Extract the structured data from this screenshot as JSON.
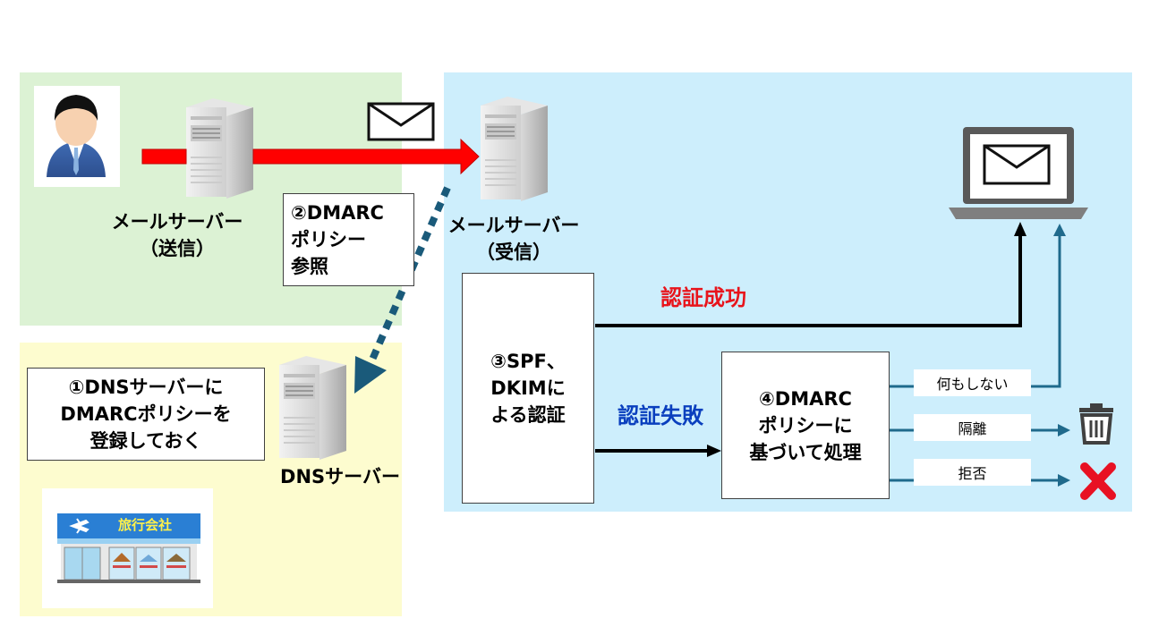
{
  "sender": {
    "server_label_1": "メールサーバー",
    "server_label_2": "（送信）"
  },
  "receiver": {
    "server_label_1": "メールサーバー",
    "server_label_2": "（受信）"
  },
  "dns": {
    "server_label": "DNSサーバー",
    "step1_line1": "①DNSサーバーに",
    "step1_line2": "DMARCポリシーを",
    "step1_line3": "登録しておく"
  },
  "step2": {
    "line1": "②DMARC",
    "line2": "ポリシー",
    "line3": "参照"
  },
  "step3": {
    "line1": "③SPF、",
    "line2": "DKIMに",
    "line3": "よる認証"
  },
  "step4": {
    "line1": "④DMARC",
    "line2": "ポリシーに",
    "line3": "基づいて処理"
  },
  "results": {
    "success": "認証成功",
    "failure": "認証失敗"
  },
  "actions": {
    "none": "何もしない",
    "quarantine": "隔離",
    "reject": "拒否"
  },
  "shop": {
    "sign": "旅行会社"
  },
  "colors": {
    "success": "#e8141b",
    "failure": "#0a3fbe",
    "arrow_red": "#ff0000",
    "dotted": "#1a5a7a",
    "action_arrow": "#1f6a8c"
  }
}
